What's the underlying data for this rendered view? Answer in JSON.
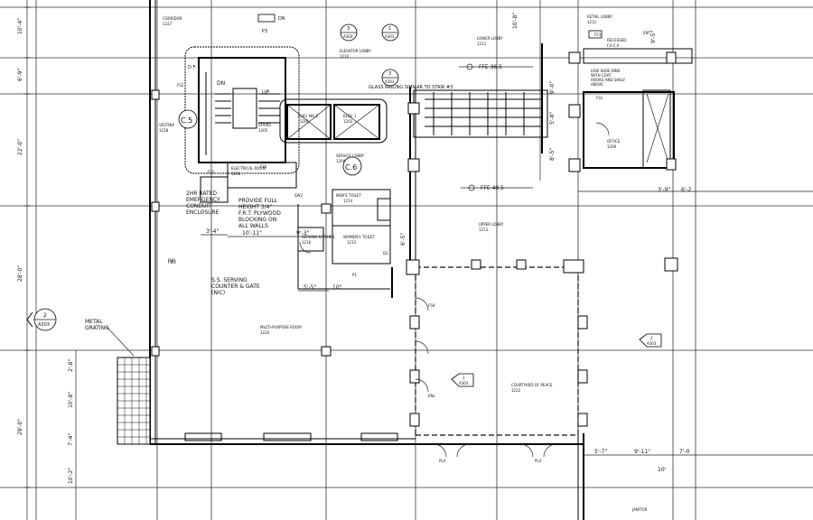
{
  "dimensions_left": [
    "10'-4\"",
    "6'-9\"",
    "22'-0\"",
    "28'-0\"",
    "29'-0\"",
    "2'-8\"",
    "10'-8\"",
    "7'-4\"",
    "10'-2\""
  ],
  "dimensions_right": [
    "9'-5\"",
    "9'-0\"",
    "5'-8\"",
    "8'-5\"",
    "10'-8\""
  ],
  "dimensions_bottom_right": [
    "3'-9\"",
    "6'-2",
    "5'-7\"",
    "9'-11\"",
    "7'-0",
    "10'"
  ],
  "dimensions_interior": [
    "3'-4\"",
    "10'-11\"",
    "9'-3\"",
    "5'-5\"",
    "10\"",
    "6'-5\""
  ],
  "rooms": [
    {
      "name": "CORRIDOR",
      "number": "1227"
    },
    {
      "name": "ELEVATOR LOBBY",
      "number": "1210"
    },
    {
      "name": "LOWER LOBBY",
      "number": "1211"
    },
    {
      "name": "RETAIL LOBBY",
      "number": "1212"
    },
    {
      "name": "STAIRS",
      "number": "1205"
    },
    {
      "name": "ELEV. NO 2",
      "number": "1201"
    },
    {
      "name": "ELEV. 1",
      "number": "1202"
    },
    {
      "name": "ELECTRICAL ROOM",
      "number": "1206"
    },
    {
      "name": "SERVICE LOBBY",
      "number": "1204"
    },
    {
      "name": "MEN'S TOILET",
      "number": "1214"
    },
    {
      "name": "WOMEN'S TOILET",
      "number": "1215"
    },
    {
      "name": "SERVING KITCHEN",
      "number": "1216"
    },
    {
      "name": "UPPER LOBBY",
      "number": "1213"
    },
    {
      "name": "MULTI-PURPOSE ROOM",
      "number": "1220"
    },
    {
      "name": "COURTYARD OF PEACE",
      "number": "1222"
    },
    {
      "name": "OFFICE",
      "number": "1209"
    },
    {
      "name": "JANITOR",
      "number": ""
    },
    {
      "name": "VESTINA",
      "number": "1228"
    }
  ],
  "notes": {
    "glass_railing": "GLASS RAILING SIMILAR TO STAIR #3",
    "lower_level": "FFE 36.5",
    "upper_level": "FFE 40.5",
    "plywood": [
      "PROVIDE FULL",
      "HEIGHT 3/4\"",
      "F.R.T. PLYWOOD",
      "BLOCKING ON",
      "ALL WALLS"
    ],
    "enclosure": [
      "2HR RATED",
      "EMERGENCY",
      "CONDUIT",
      "ENCLOSURE"
    ],
    "serving_counter": [
      "S.S. SERVING",
      "COUNTER & GATE",
      "(NIC)"
    ],
    "metal_grating": [
      "METAL",
      "GRATING"
    ],
    "shoe_bins": [
      "LOW SHOE BINS",
      "WITH COAT",
      "HOOKS AND SHELF",
      "ABOVE"
    ],
    "facp": [
      "RECESSED",
      "F.A.C.P."
    ],
    "fire_ext_dn": "DN",
    "up": "UP",
    "df": "D.F."
  },
  "callouts": [
    {
      "num": "3",
      "sheet": "A304"
    },
    {
      "num": "1",
      "sheet": "A303"
    },
    {
      "num": "2",
      "sheet": "A303"
    },
    {
      "num": "3",
      "sheet": "A303"
    }
  ],
  "section_tags": [
    {
      "num": "2",
      "sheet": "A303"
    },
    {
      "num": "2",
      "sheet": "A303"
    },
    {
      "num": "1",
      "sheet": "A303"
    }
  ],
  "grid_tags": [
    "C.5",
    "C.6"
  ],
  "door_tags": [
    "DN",
    "ENT",
    "FS1",
    "FS2",
    "FW1",
    "P3",
    "F52",
    "F32",
    "F51",
    "SW2",
    "PL4",
    "PL4",
    "F58",
    "P1",
    "FW2",
    "ENL",
    "D2"
  ]
}
